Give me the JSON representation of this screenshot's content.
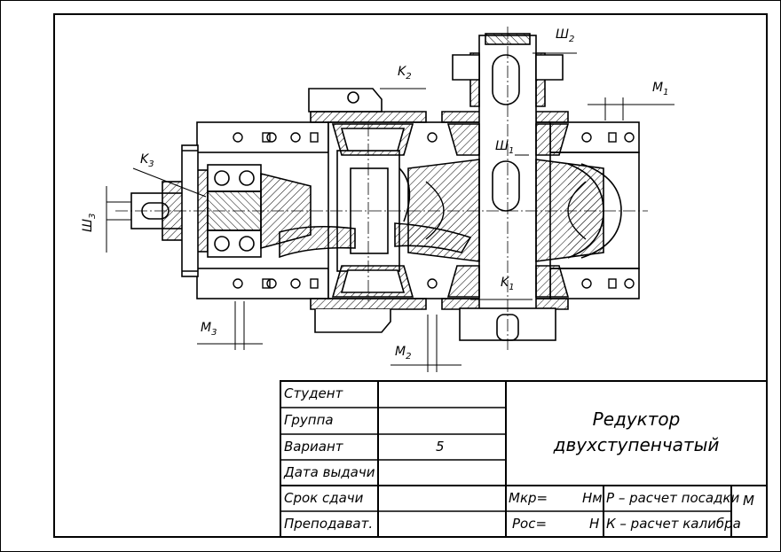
{
  "drawing": {
    "dimension_labels": {
      "sh2": {
        "letter": "Ш",
        "index": "2"
      },
      "k2": {
        "letter": "K",
        "index": "2"
      },
      "m1": {
        "letter": "M",
        "index": "1"
      },
      "sh1": {
        "letter": "Ш",
        "index": "1"
      },
      "k3": {
        "letter": "K",
        "index": "3"
      },
      "sh3": {
        "letter": "Ш",
        "index": "3"
      },
      "k1": {
        "letter": "K",
        "index": "1"
      },
      "m3": {
        "letter": "M",
        "index": "3"
      },
      "m2": {
        "letter": "M",
        "index": "2"
      }
    }
  },
  "title_block": {
    "rows": [
      {
        "label": "Студент",
        "value": ""
      },
      {
        "label": "Группа",
        "value": ""
      },
      {
        "label": "Вариант",
        "value": "5"
      },
      {
        "label": "Дата выдачи",
        "value": ""
      },
      {
        "label": "Срок сдачи",
        "value": ""
      },
      {
        "label": "Преподават.",
        "value": ""
      }
    ],
    "title_line1": "Редуктор",
    "title_line2": "двухступенчатый",
    "mkr_label": "Мкр=",
    "mkr_unit": "Нм",
    "pos_label": "Рос=",
    "pos_unit": "Н",
    "note_p": "Р – расчет посадки",
    "note_k": "К – расчет калибра",
    "scale": "М"
  }
}
